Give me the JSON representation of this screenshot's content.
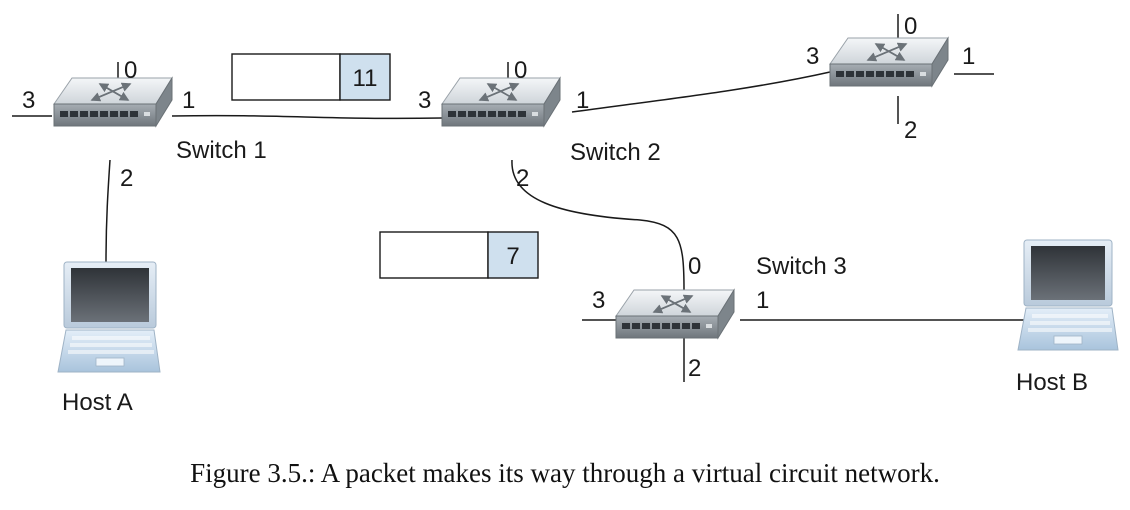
{
  "switches": [
    {
      "id": "s1",
      "name": "Switch 1",
      "ports": {
        "p0": "0",
        "p1": "1",
        "p2": "2",
        "p3": "3"
      }
    },
    {
      "id": "s2",
      "name": "Switch 2",
      "ports": {
        "p0": "0",
        "p1": "1",
        "p2": "2",
        "p3": "3"
      }
    },
    {
      "id": "s4",
      "name": "",
      "ports": {
        "p0": "0",
        "p1": "1",
        "p2": "2",
        "p3": "3"
      }
    },
    {
      "id": "s3",
      "name": "Switch 3",
      "ports": {
        "p0": "0",
        "p1": "1",
        "p2": "2",
        "p3": "3"
      }
    }
  ],
  "hosts": [
    {
      "id": "hostA",
      "name": "Host A"
    },
    {
      "id": "hostB",
      "name": "Host B"
    }
  ],
  "packets": [
    {
      "id": "pkt1",
      "vci": "11"
    },
    {
      "id": "pkt2",
      "vci": "7"
    }
  ],
  "caption": "Figure 3.5.: A packet makes its way through a virtual circuit network.",
  "colors": {
    "vci_cell": "#cfe0ee",
    "switch_top": "#e9ecef",
    "switch_front": "#8d949b",
    "screen": "#4a4f55",
    "keyboard": "#cfe3f2",
    "line": "#1a1a1a"
  }
}
